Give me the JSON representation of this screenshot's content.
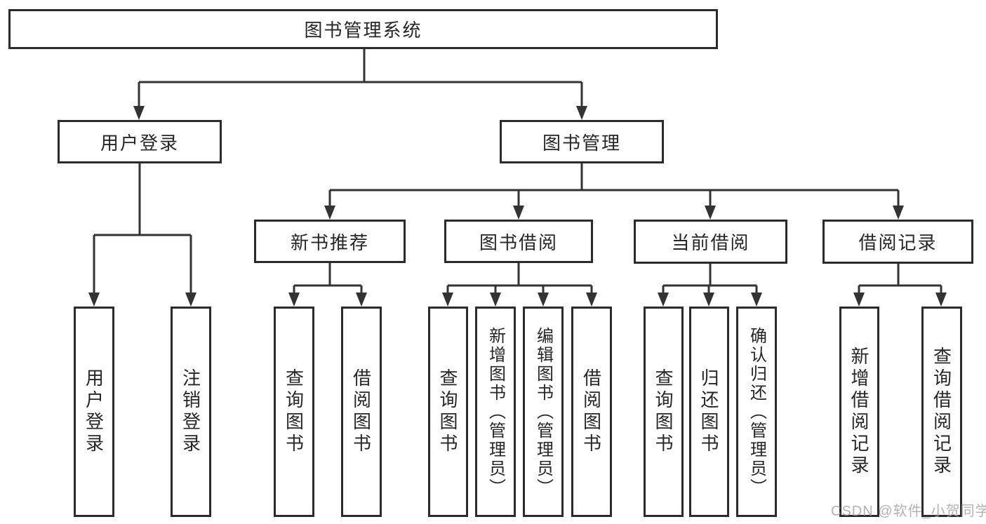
{
  "diagram": {
    "title": "图书管理系统",
    "tree": {
      "label": "图书管理系统",
      "children": [
        {
          "label": "用户登录",
          "children": [
            {
              "label": "用户登录"
            },
            {
              "label": "注销登录"
            }
          ]
        },
        {
          "label": "图书管理",
          "children": [
            {
              "label": "新书推荐",
              "children": [
                {
                  "label": "查询图书"
                },
                {
                  "label": "借阅图书"
                }
              ]
            },
            {
              "label": "图书借阅",
              "children": [
                {
                  "label": "查询图书"
                },
                {
                  "label": "新增图书（管理员）"
                },
                {
                  "label": "编辑图书（管理员）"
                },
                {
                  "label": "借阅图书"
                }
              ]
            },
            {
              "label": "当前借阅",
              "children": [
                {
                  "label": "查询图书"
                },
                {
                  "label": "归还图书"
                },
                {
                  "label": "确认归还（管理员）"
                }
              ]
            },
            {
              "label": "借阅记录",
              "children": [
                {
                  "label": "新增借阅记录"
                },
                {
                  "label": "查询借阅记录"
                }
              ]
            }
          ]
        }
      ]
    }
  },
  "watermark": "CSDN @软件_小贺同学",
  "colors": {
    "background": "#ffffff",
    "box_border": "#2b2b2b",
    "line": "#333333",
    "text": "#262626",
    "watermark": "#a5a5a5"
  }
}
